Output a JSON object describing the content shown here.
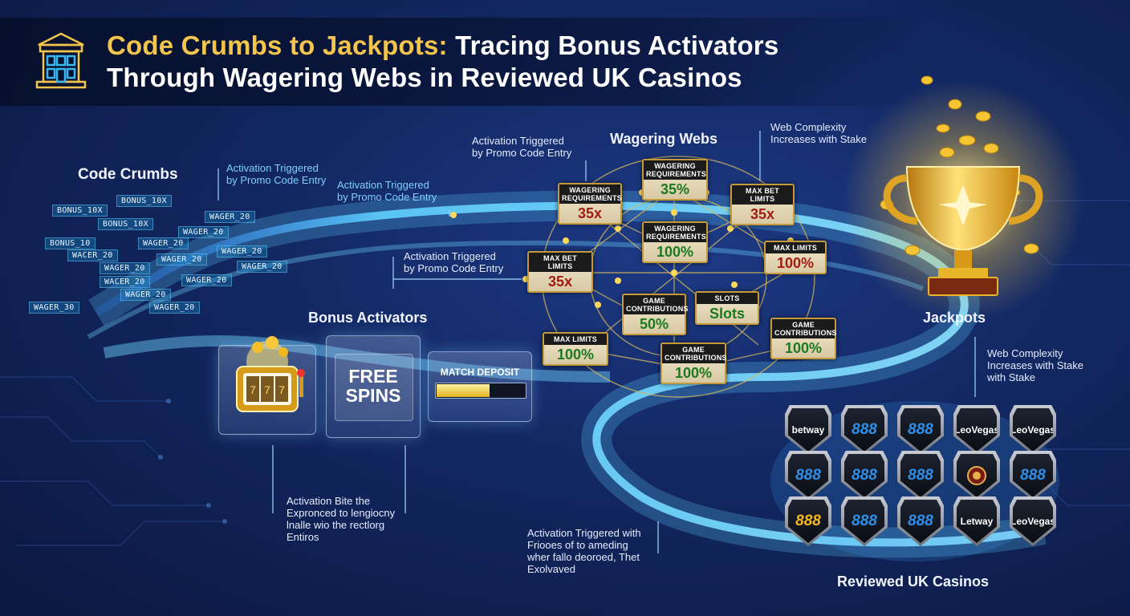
{
  "title": {
    "line1_gold": "Code Crumbs to Jackpots:",
    "line1_rest": " Tracing Bonus Activators",
    "line2": "Through Wagering Webs in Reviewed UK Casinos"
  },
  "sections": {
    "code_crumbs": "Code Crumbs",
    "bonus_activators": "Bonus Activators",
    "wagering_webs": "Wagering Webs",
    "jackpots": "Jackpots",
    "reviewed_casinos": "Reviewed UK Casinos"
  },
  "notes": {
    "n1": "Activation Triggered\nby Promo Code Entry",
    "n2": "Activation Triggered\nby Promo Code Entry",
    "n3": "Activation Triggered\nby Promo Code Entry",
    "n4": "Activation Triggered\nby Promo Code Entry",
    "n5": "Web Complexity\nIncreases with Stake",
    "n6": "Web Complexity\nIncreases with Stake\nwith Stake",
    "n7": "Activation Bite the\nExpronced to lengiocny\nlnalle wio the rectlorg\nEntiros",
    "n8": "Activation Triggered with\nFriooes of to ameding\nwher fallo deoroed, Thet\nExolvaved"
  },
  "crumbs": [
    "BONUS_10X",
    "BONUS_10X",
    "BONUS_10X",
    "WAGER_20",
    "WAGER_20",
    "BONUS_10",
    "WAGER_20",
    "WACER_20",
    "WAGER_20",
    "WAGER_20",
    "WAGER_20",
    "WAGER_20",
    "WACER_20",
    "WAGER_20",
    "WAGER_20",
    "WAGER_20",
    "WAGER_30"
  ],
  "activators": {
    "free_spins": "FREE\nSPINS",
    "match_deposit": "MATCH DEPOSIT",
    "match_progress": 0.6
  },
  "web_nodes": [
    {
      "label": "WAGERING\nREQUIREMENTS",
      "value": "35x",
      "color": "#a11d12"
    },
    {
      "label": "WAGERING\nREQUIREMENTS",
      "value": "35%",
      "color": "#1b7a1f"
    },
    {
      "label": "MAX BET LIMITS",
      "value": "35x",
      "color": "#a11d12"
    },
    {
      "label": "WAGERING\nREQUIREMENTS",
      "value": "100%",
      "color": "#1b7a1f"
    },
    {
      "label": "MAX LIMITS",
      "value": "100%",
      "color": "#a11d12"
    },
    {
      "label": "MAX BET LIMITS",
      "value": "35x",
      "color": "#a11d12"
    },
    {
      "label": "GAME\nCONTRIBUTIONS",
      "value": "50%",
      "color": "#1b7a1f"
    },
    {
      "label": "SLOTS",
      "value": "Slots",
      "color": "#1b7a1f"
    },
    {
      "label": "GAME\nCONTRIBUTIONS",
      "value": "100%",
      "color": "#1b7a1f"
    },
    {
      "label": "MAX LIMITS",
      "value": "100%",
      "color": "#1b7a1f"
    },
    {
      "label": "GAME\nCONTRIBUTIONS",
      "value": "100%",
      "color": "#1b7a1f"
    }
  ],
  "casinos": [
    {
      "name": "betway",
      "style": "text"
    },
    {
      "name": "888",
      "style": "n888"
    },
    {
      "name": "888",
      "style": "n888"
    },
    {
      "name": "LeoVegas",
      "style": "text"
    },
    {
      "name": "LeoVegas",
      "style": "text"
    },
    {
      "name": "888",
      "style": "n888"
    },
    {
      "name": "888",
      "style": "n888"
    },
    {
      "name": "888",
      "style": "n888"
    },
    {
      "name": "",
      "style": "roulette"
    },
    {
      "name": "888",
      "style": "n888"
    },
    {
      "name": "888",
      "style": "gold888"
    },
    {
      "name": "888",
      "style": "n888"
    },
    {
      "name": "888",
      "style": "n888"
    },
    {
      "name": "Letway",
      "style": "text"
    },
    {
      "name": "LeoVegas",
      "style": "text"
    }
  ],
  "colors": {
    "gold": "#f3c54c",
    "path": "#49b8ff",
    "node_border": "#c49a3c"
  }
}
